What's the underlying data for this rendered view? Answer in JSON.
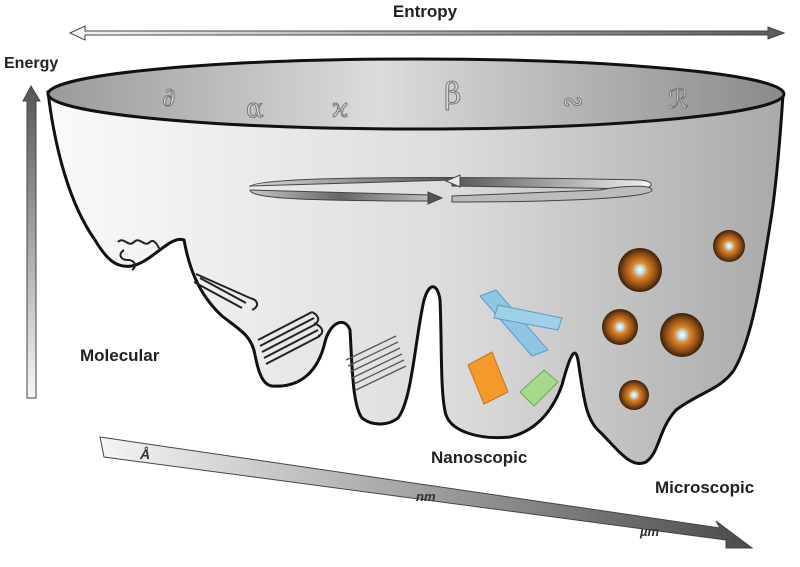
{
  "axes": {
    "entropy_label": "Entropy",
    "energy_label": "Energy"
  },
  "regions": {
    "molecular": "Molecular",
    "nanoscopic": "Nanoscopic",
    "microscopic": "Microscopic"
  },
  "scale_units": {
    "angstrom": "Å",
    "nanometer": "nm",
    "micrometer": "µm"
  },
  "rim_glyphs": [
    "∂",
    "α",
    "ϰ",
    "β",
    "∾",
    "ℛ"
  ],
  "colors": {
    "funnel_fill_light": "#f4f4f4",
    "funnel_fill_dark": "#a9a9a9",
    "outline": "#111111",
    "nano_blue": "#8fc6e6",
    "nano_orange": "#f39a2b",
    "nano_green": "#a8d88a",
    "aggregate_brown": "#8a4a14",
    "aggregate_orange": "#e0882a"
  }
}
